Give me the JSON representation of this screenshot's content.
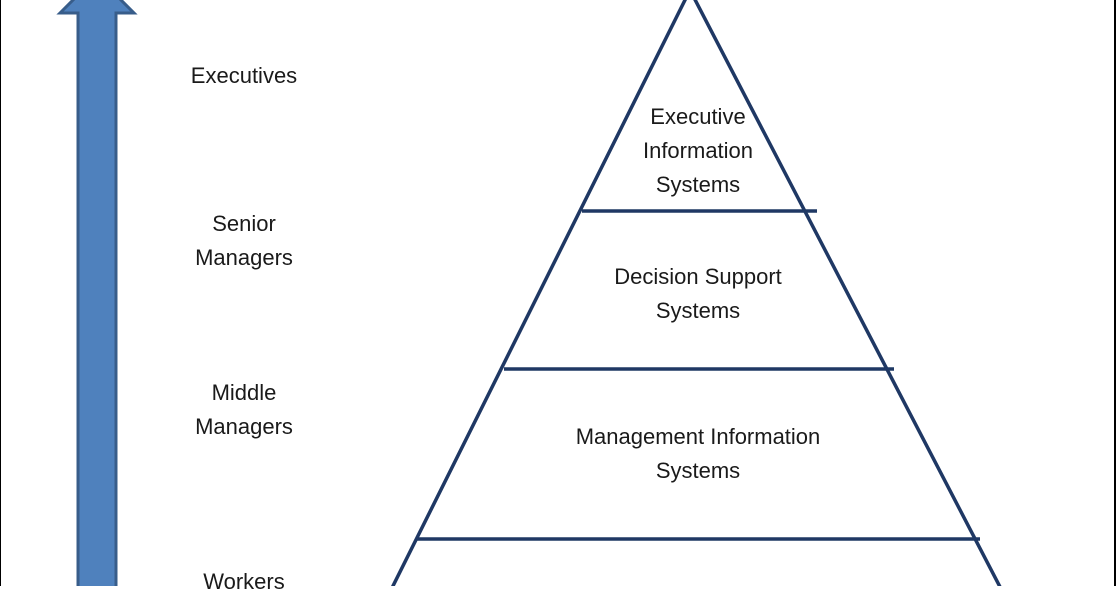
{
  "colors": {
    "arrow_fill": "#4f81bd",
    "arrow_stroke": "#385d8a",
    "pyramid_stroke": "#1f3864"
  },
  "levels": [
    {
      "label": "Executives"
    },
    {
      "label": "Senior\nManagers"
    },
    {
      "label": "Middle\nManagers"
    },
    {
      "label": "Workers"
    }
  ],
  "pyramid": {
    "tiers": [
      {
        "label": "Executive\nInformation\nSystems"
      },
      {
        "label": "Decision Support\nSystems"
      },
      {
        "label": "Management Information\nSystems"
      }
    ]
  }
}
